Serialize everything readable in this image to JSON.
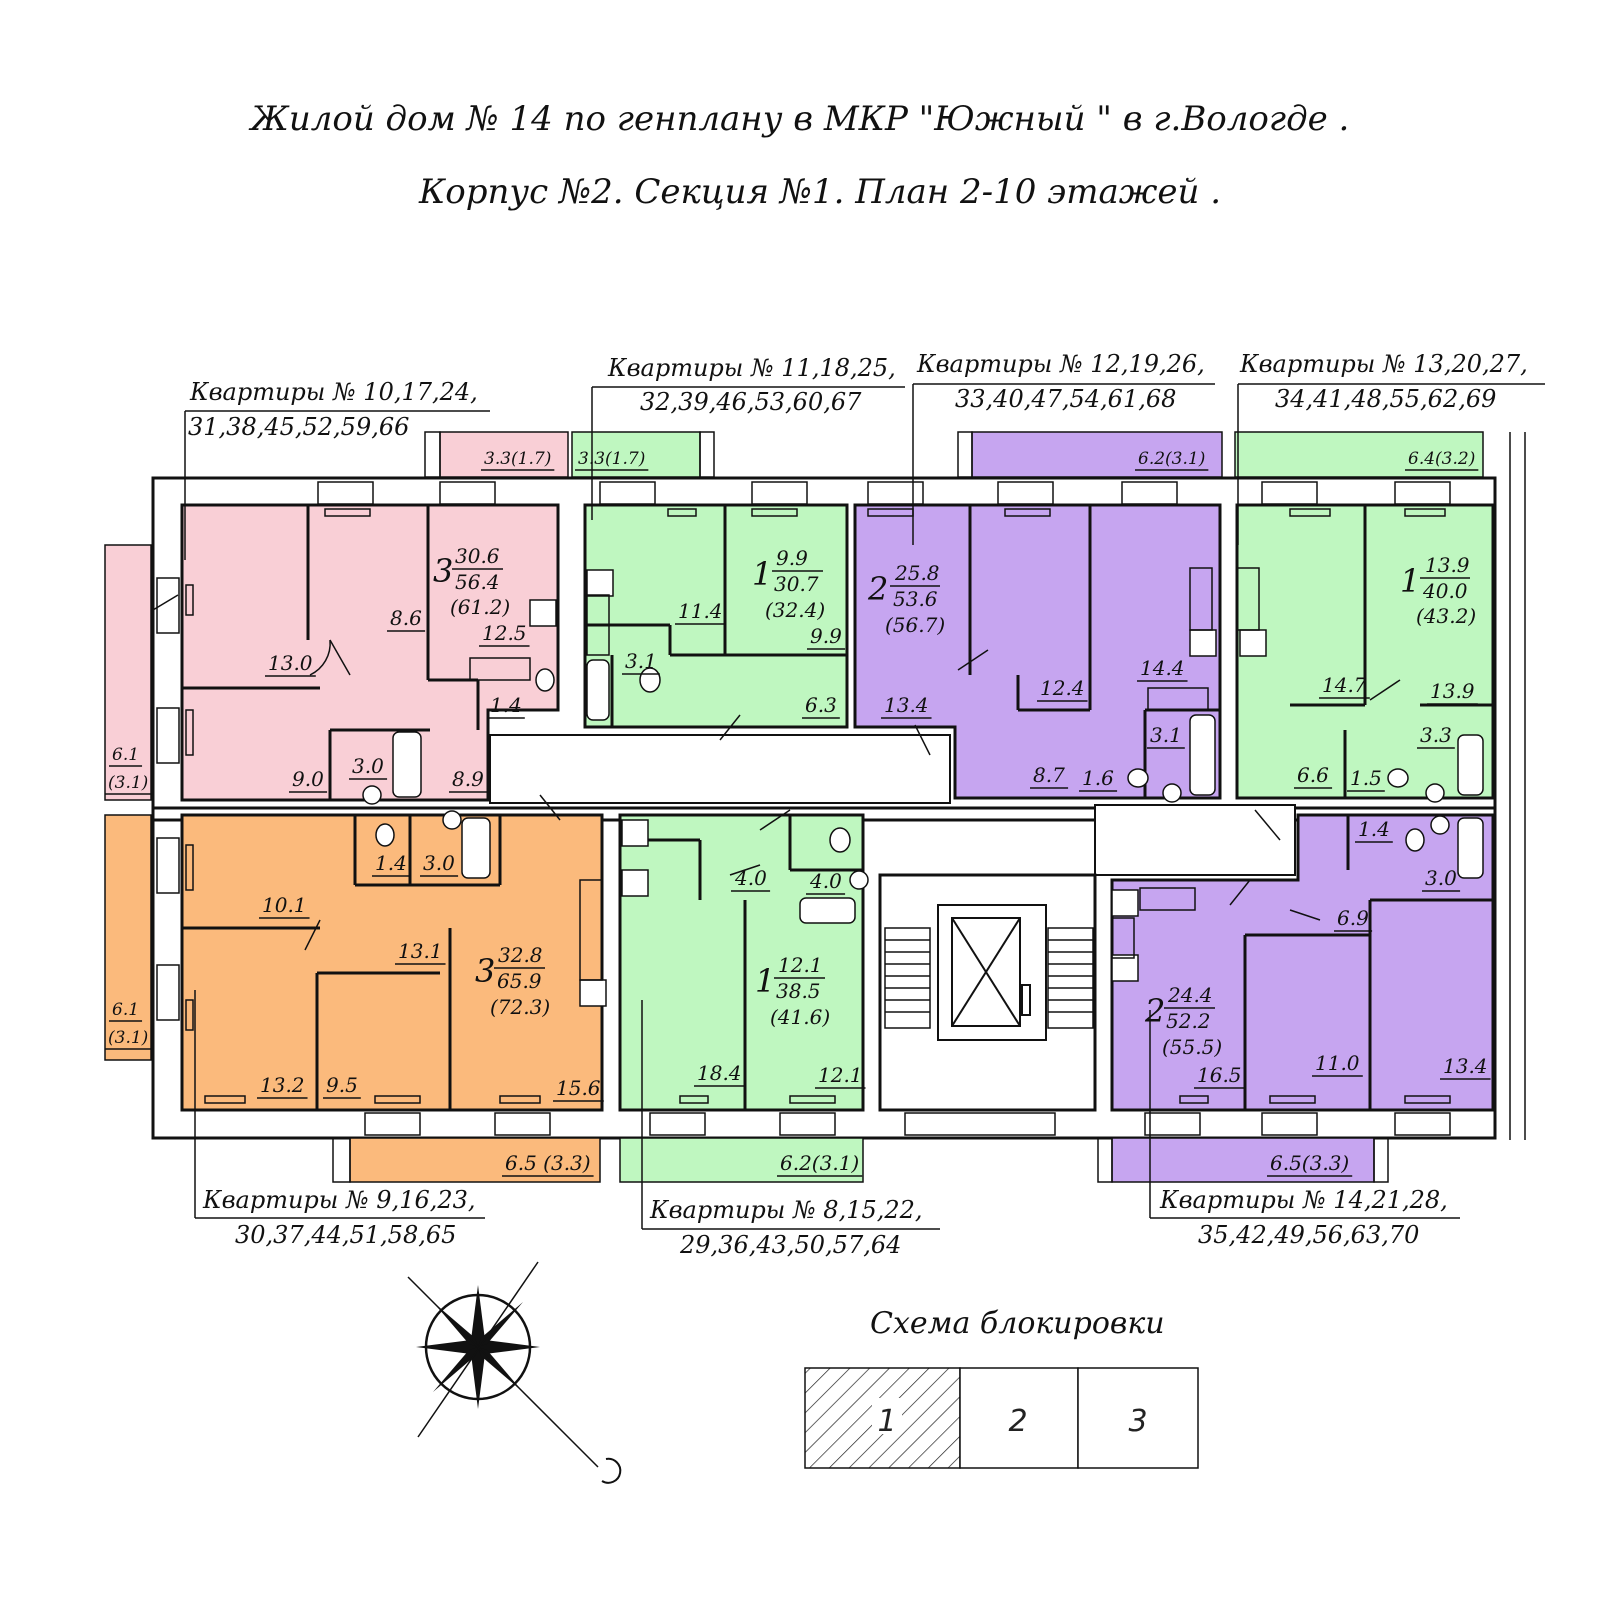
{
  "title": {
    "line1": "Жилой дом  № 14   по генплану в МКР  \"Южный \" в г.Вологде .",
    "line2": "Корпус  №2.  Секция  №1.  План  2-10  этажей ."
  },
  "colors": {
    "pink": "#f9cfd6",
    "orange": "#fbba7c",
    "green": "#bff7c0",
    "purple": "#c6a5f0"
  },
  "apartment_groups": [
    {
      "line1": "Квартиры  № 10,17,24,",
      "line2": "31,38,45,52,59,66"
    },
    {
      "line1": "Квартиры  № 11,18,25,",
      "line2": "32,39,46,53,60,67"
    },
    {
      "line1": "Квартиры  № 12,19,26,",
      "line2": "33,40,47,54,61,68"
    },
    {
      "line1": "Квартиры  № 13,20,27,",
      "line2": "34,41,48,55,62,69"
    },
    {
      "line1": "Квартиры  № 9,16,23,",
      "line2": "30,37,44,51,58,65"
    },
    {
      "line1": "Квартиры  № 8,15,22,",
      "line2": "29,36,43,50,57,64"
    },
    {
      "line1": "Квартиры  № 14,21,28,",
      "line2": "35,42,49,56,63,70"
    }
  ],
  "apartments": [
    {
      "rooms": "3",
      "living": "30.6",
      "total": "56.4",
      "total_balcony": "(61.2)",
      "color": "pink"
    },
    {
      "rooms": "1",
      "living": "9.9",
      "total": "30.7",
      "total_balcony": "(32.4)",
      "color": "green"
    },
    {
      "rooms": "2",
      "living": "25.8",
      "total": "53.6",
      "total_balcony": "(56.7)",
      "color": "purple"
    },
    {
      "rooms": "1",
      "living": "13.9",
      "total": "40.0",
      "total_balcony": "(43.2)",
      "color": "green"
    },
    {
      "rooms": "3",
      "living": "32.8",
      "total": "65.9",
      "total_balcony": "(72.3)",
      "color": "orange"
    },
    {
      "rooms": "1",
      "living": "12.1",
      "total": "38.5",
      "total_balcony": "(41.6)",
      "color": "green"
    },
    {
      "rooms": "2",
      "living": "24.4",
      "total": "52.2",
      "total_balcony": "(55.5)",
      "color": "purple"
    }
  ],
  "room_areas": [
    "13.0",
    "8.6",
    "12.5",
    "1.4",
    "9.0",
    "3.0",
    "8.9",
    "6.1",
    "(3.1)",
    "3.3(1.7)",
    "3.3(1.7)",
    "11.4",
    "9.9",
    "3.1",
    "6.3",
    "6.2(3.1)",
    "13.4",
    "12.4",
    "14.4",
    "3.1",
    "8.7",
    "1.6",
    "6.4(3.2)",
    "14.7",
    "13.9",
    "3.3",
    "6.6",
    "1.5",
    "10.1",
    "1.4",
    "3.0",
    "13.1",
    "13.2",
    "9.5",
    "15.6",
    "6.1",
    "(3.1)",
    "6.5 (3.3)",
    "4.0",
    "4.0",
    "18.4",
    "12.1",
    "6.2(3.1)",
    "1.4",
    "3.0",
    "6.9",
    "16.5",
    "11.0",
    "13.4",
    "6.5(3.3)"
  ],
  "blocking_scheme": {
    "title": "Схема блокировки",
    "sections": [
      "1",
      "2",
      "3"
    ],
    "highlighted": "1"
  },
  "icons": [
    "compass-rose-icon",
    "elevator-icon",
    "staircase-icon"
  ]
}
